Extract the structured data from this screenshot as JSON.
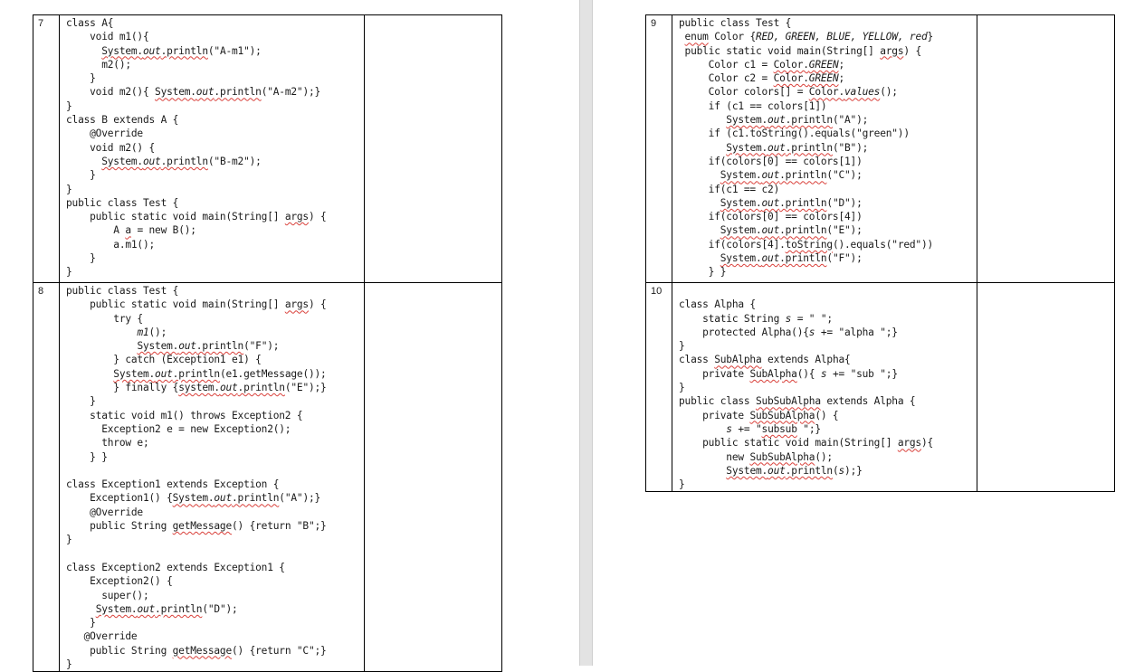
{
  "questions": [
    {
      "number": "7",
      "lines": [
        [
          {
            "t": "class A{"
          }
        ],
        [
          {
            "t": "    void m1(){"
          }
        ],
        [
          {
            "t": "      "
          },
          {
            "t": "System.",
            "sq": true
          },
          {
            "t": "out",
            "sq": true,
            "it": true
          },
          {
            "t": ".println",
            "sq": true
          },
          {
            "t": "(\"A-m1\");"
          }
        ],
        [
          {
            "t": "      m2();"
          }
        ],
        [
          {
            "t": "    }"
          }
        ],
        [
          {
            "t": "    void m2(){ "
          },
          {
            "t": "System.",
            "sq": true
          },
          {
            "t": "out",
            "sq": true,
            "it": true
          },
          {
            "t": ".println",
            "sq": true
          },
          {
            "t": "(\"A-m2\");}"
          }
        ],
        [
          {
            "t": "}"
          }
        ],
        [
          {
            "t": "class B extends A {"
          }
        ],
        [
          {
            "t": "    @Override"
          }
        ],
        [
          {
            "t": "    void m2() {"
          }
        ],
        [
          {
            "t": "      "
          },
          {
            "t": "System.",
            "sq": true
          },
          {
            "t": "out",
            "sq": true,
            "it": true
          },
          {
            "t": ".println",
            "sq": true
          },
          {
            "t": "(\"B-m2\");"
          }
        ],
        [
          {
            "t": "    }"
          }
        ],
        [
          {
            "t": "}"
          }
        ],
        [
          {
            "t": "public class Test {"
          }
        ],
        [
          {
            "t": "    public static void main(String[] "
          },
          {
            "t": "args",
            "sq": true
          },
          {
            "t": ") {"
          }
        ],
        [
          {
            "t": "        A "
          },
          {
            "t": "a",
            "sq": true
          },
          {
            "t": " = new B();"
          }
        ],
        [
          {
            "t": "        a.m1();"
          }
        ],
        [
          {
            "t": "    }"
          }
        ],
        [
          {
            "t": "}"
          }
        ]
      ]
    },
    {
      "number": "8",
      "lines": [
        [
          {
            "t": "public class Test {"
          }
        ],
        [
          {
            "t": "    public static void main(String[] "
          },
          {
            "t": "args",
            "sq": true
          },
          {
            "t": ") {"
          }
        ],
        [
          {
            "t": "        try {"
          }
        ],
        [
          {
            "t": "            "
          },
          {
            "t": "m1",
            "it": true
          },
          {
            "t": "();"
          }
        ],
        [
          {
            "t": "            "
          },
          {
            "t": "System.",
            "sq": true
          },
          {
            "t": "out",
            "sq": true,
            "it": true
          },
          {
            "t": ".println",
            "sq": true
          },
          {
            "t": "(\"F\");"
          }
        ],
        [
          {
            "t": "        } catch (Exception1 e1) {"
          }
        ],
        [
          {
            "t": "        "
          },
          {
            "t": "System.",
            "sq": true
          },
          {
            "t": "out",
            "sq": true,
            "it": true
          },
          {
            "t": ".println",
            "sq": true
          },
          {
            "t": "(e1.getMessage());"
          }
        ],
        [
          {
            "t": "        } finally {"
          },
          {
            "t": "system.",
            "sq": true
          },
          {
            "t": "out",
            "sq": true,
            "it": true
          },
          {
            "t": ".println",
            "sq": true
          },
          {
            "t": "(\"E\");}"
          }
        ],
        [
          {
            "t": "    }"
          }
        ],
        [
          {
            "t": "    static void m1() throws Exception2 {"
          }
        ],
        [
          {
            "t": "      Exception2 e = new Exception2();"
          }
        ],
        [
          {
            "t": "      throw e;"
          }
        ],
        [
          {
            "t": "    } }"
          }
        ],
        [
          {
            "t": ""
          }
        ],
        [
          {
            "t": "class Exception1 extends Exception {"
          }
        ],
        [
          {
            "t": "    Exception1() {"
          },
          {
            "t": "System.",
            "sq": true
          },
          {
            "t": "out",
            "sq": true,
            "it": true
          },
          {
            "t": ".println",
            "sq": true
          },
          {
            "t": "(\"A\");}"
          }
        ],
        [
          {
            "t": "    @Override"
          }
        ],
        [
          {
            "t": "    public String "
          },
          {
            "t": "getMessage",
            "sq": true
          },
          {
            "t": "() {return \"B\";}"
          }
        ],
        [
          {
            "t": "}"
          }
        ],
        [
          {
            "t": ""
          }
        ],
        [
          {
            "t": "class Exception2 extends Exception1 {"
          }
        ],
        [
          {
            "t": "    Exception2() {"
          }
        ],
        [
          {
            "t": "      super();"
          }
        ],
        [
          {
            "t": "     "
          },
          {
            "t": "System.",
            "sq": true
          },
          {
            "t": "out",
            "sq": true,
            "it": true
          },
          {
            "t": ".println",
            "sq": true
          },
          {
            "t": "(\"D\");"
          }
        ],
        [
          {
            "t": "    }"
          }
        ],
        [
          {
            "t": "   @Override"
          }
        ],
        [
          {
            "t": "    public String "
          },
          {
            "t": "getMessage",
            "sq": true
          },
          {
            "t": "() {return \"C\";}"
          }
        ],
        [
          {
            "t": "}"
          }
        ]
      ]
    },
    {
      "number": "9",
      "lines": [
        [
          {
            "t": "public class Test {"
          }
        ],
        [
          {
            "t": " "
          },
          {
            "t": "enum",
            "sq": true
          },
          {
            "t": " Color {"
          },
          {
            "t": "RED, GREEN, BLUE, YELLOW, red",
            "it": true
          },
          {
            "t": "}"
          }
        ],
        [
          {
            "t": " public static void main(String[] "
          },
          {
            "t": "args",
            "sq": true
          },
          {
            "t": ") {"
          }
        ],
        [
          {
            "t": "     Color c1 = "
          },
          {
            "t": "Color.",
            "sq": true
          },
          {
            "t": "GREEN",
            "sq": true,
            "it": true
          },
          {
            "t": ";"
          }
        ],
        [
          {
            "t": "     Color c2 = "
          },
          {
            "t": "Color.",
            "sq": true
          },
          {
            "t": "GREEN",
            "sq": true,
            "it": true
          },
          {
            "t": ";"
          }
        ],
        [
          {
            "t": "     Color colors[] = "
          },
          {
            "t": "Color.",
            "sq": true
          },
          {
            "t": "values",
            "sq": true,
            "it": true
          },
          {
            "t": "();"
          }
        ],
        [
          {
            "t": "     if (c1 == colors[1])"
          }
        ],
        [
          {
            "t": "        "
          },
          {
            "t": "System.",
            "sq": true
          },
          {
            "t": "out",
            "sq": true,
            "it": true
          },
          {
            "t": ".println",
            "sq": true
          },
          {
            "t": "(\"A\");"
          }
        ],
        [
          {
            "t": "     if (c1.toString().equals(\"green\"))"
          }
        ],
        [
          {
            "t": "        "
          },
          {
            "t": "System.",
            "sq": true
          },
          {
            "t": "out",
            "sq": true,
            "it": true
          },
          {
            "t": ".println",
            "sq": true
          },
          {
            "t": "(\"B\");"
          }
        ],
        [
          {
            "t": "     if(colors[0] == colors[1])"
          }
        ],
        [
          {
            "t": "       "
          },
          {
            "t": "System.",
            "sq": true
          },
          {
            "t": "out",
            "sq": true,
            "it": true
          },
          {
            "t": ".println",
            "sq": true
          },
          {
            "t": "(\"C\");"
          }
        ],
        [
          {
            "t": "     if(c1 == c2)"
          }
        ],
        [
          {
            "t": "       "
          },
          {
            "t": "System.",
            "sq": true
          },
          {
            "t": "out",
            "sq": true,
            "it": true
          },
          {
            "t": ".println",
            "sq": true
          },
          {
            "t": "(\"D\");"
          }
        ],
        [
          {
            "t": "     if(colors[0] == colors[4])"
          }
        ],
        [
          {
            "t": "       "
          },
          {
            "t": "System.",
            "sq": true
          },
          {
            "t": "out",
            "sq": true,
            "it": true
          },
          {
            "t": ".println",
            "sq": true
          },
          {
            "t": "(\"E\");"
          }
        ],
        [
          {
            "t": "     if(colors[4]."
          },
          {
            "t": "toString",
            "sq": true
          },
          {
            "t": "().equals(\"red\"))"
          }
        ],
        [
          {
            "t": "       "
          },
          {
            "t": "System.",
            "sq": true
          },
          {
            "t": "out",
            "sq": true,
            "it": true
          },
          {
            "t": ".println",
            "sq": true
          },
          {
            "t": "(\"F\");"
          }
        ],
        [
          {
            "t": "     } }"
          }
        ]
      ]
    },
    {
      "number": "10",
      "lines": [
        [
          {
            "t": ""
          }
        ],
        [
          {
            "t": "class Alpha {"
          }
        ],
        [
          {
            "t": "    static String "
          },
          {
            "t": "s",
            "it": true
          },
          {
            "t": " = \" \";"
          }
        ],
        [
          {
            "t": "    protected Alpha(){"
          },
          {
            "t": "s",
            "it": true
          },
          {
            "t": " += \"alpha \";}"
          }
        ],
        [
          {
            "t": "}"
          }
        ],
        [
          {
            "t": "class "
          },
          {
            "t": "SubAlpha",
            "sq": true
          },
          {
            "t": " extends Alpha{"
          }
        ],
        [
          {
            "t": "    private "
          },
          {
            "t": "SubAlpha",
            "sq": true
          },
          {
            "t": "(){ "
          },
          {
            "t": "s",
            "it": true
          },
          {
            "t": " += \"sub \";}"
          }
        ],
        [
          {
            "t": "}"
          }
        ],
        [
          {
            "t": "public class "
          },
          {
            "t": "SubSubAlpha",
            "sq": true
          },
          {
            "t": " extends Alpha {"
          }
        ],
        [
          {
            "t": "    private "
          },
          {
            "t": "SubSubAlpha",
            "sq": true
          },
          {
            "t": "() {"
          }
        ],
        [
          {
            "t": "        "
          },
          {
            "t": "s",
            "it": true
          },
          {
            "t": " += \""
          },
          {
            "t": "subsub",
            "sq": true
          },
          {
            "t": " \";}"
          }
        ],
        [
          {
            "t": "    public static void main(String[] "
          },
          {
            "t": "args",
            "sq": true
          },
          {
            "t": "){"
          }
        ],
        [
          {
            "t": "        new "
          },
          {
            "t": "SubSubAlpha",
            "sq": true
          },
          {
            "t": "();"
          }
        ],
        [
          {
            "t": "        "
          },
          {
            "t": "System.",
            "sq": true
          },
          {
            "t": "out",
            "sq": true,
            "it": true
          },
          {
            "t": ".println",
            "sq": true
          },
          {
            "t": "("
          },
          {
            "t": "s",
            "it": true
          },
          {
            "t": ");}"
          }
        ],
        [
          {
            "t": "}"
          }
        ]
      ]
    }
  ]
}
